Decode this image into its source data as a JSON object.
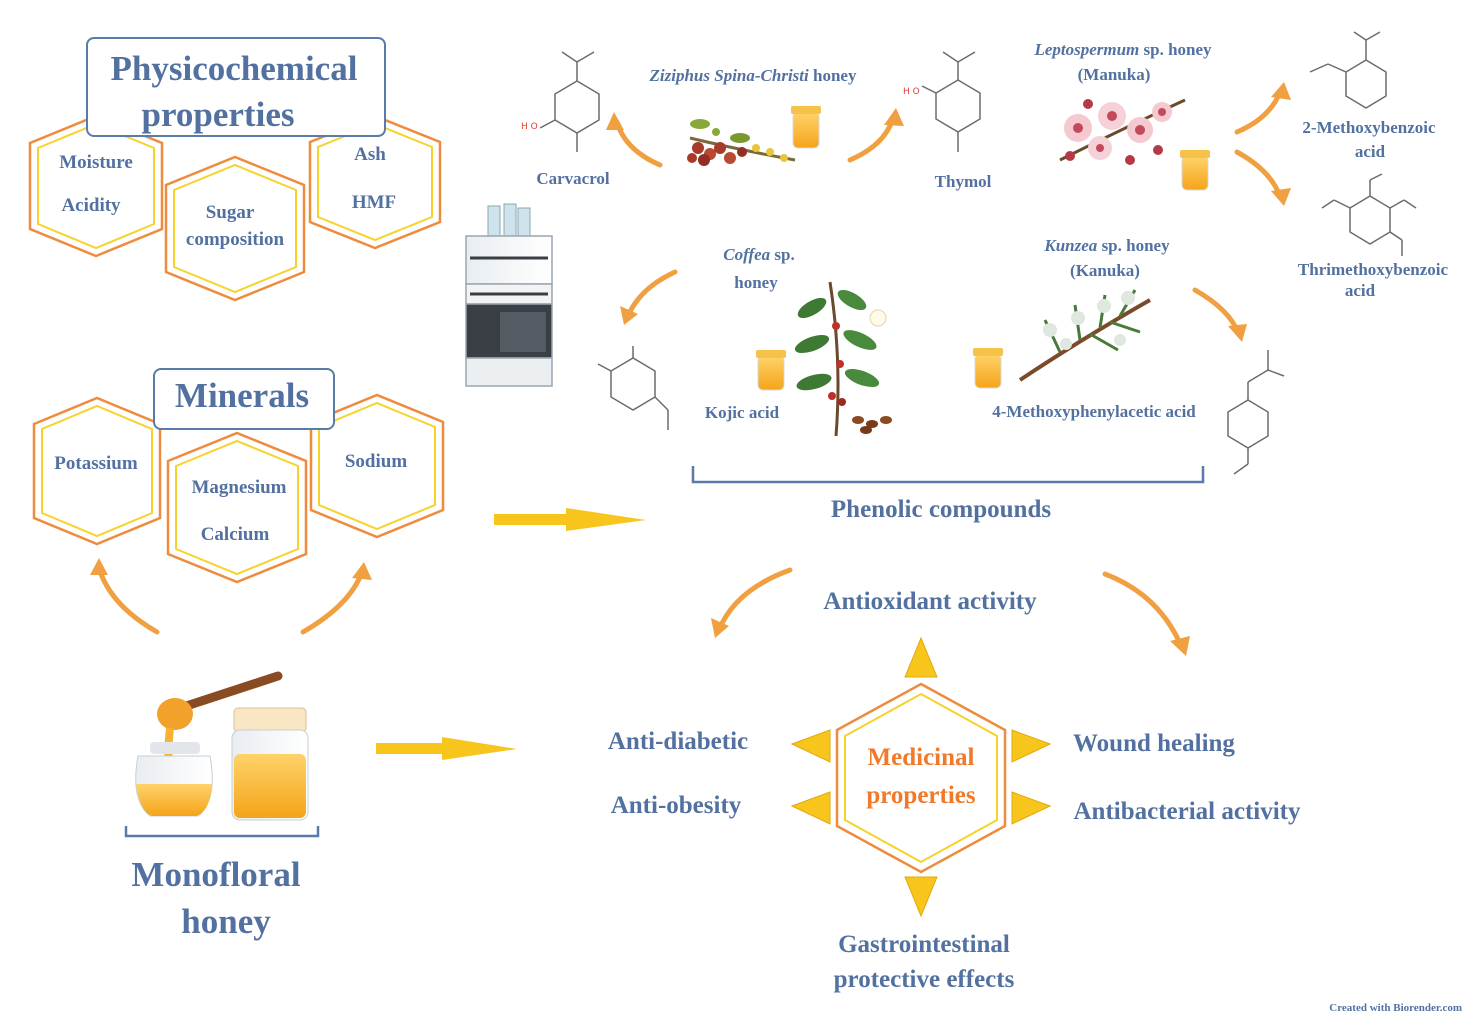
{
  "physicochemical": {
    "title_line1": "Physicochemical",
    "title_line2": "properties",
    "moisture": "Moisture",
    "acidity": "Acidity",
    "sugar_line1": "Sugar",
    "sugar_line2": "composition",
    "ash": "Ash",
    "hmf": "HMF"
  },
  "minerals": {
    "title": "Minerals",
    "potassium": "Potassium",
    "magnesium": "Magnesium",
    "calcium": "Calcium",
    "sodium": "Sodium"
  },
  "honey": {
    "line1": "Monofloral",
    "line2": "honey"
  },
  "sources": {
    "ziziphus_italic": "Ziziphus Spina-Christi",
    "ziziphus_rest": " honey",
    "leptospermum_italic": "Leptospermum",
    "leptospermum_rest": " sp. honey",
    "manuka": "(Manuka)",
    "coffea_italic": "Coffea",
    "coffea_rest": " sp.",
    "coffea_line2": "honey",
    "kunzea_italic": "Kunzea",
    "kunzea_rest": " sp. honey",
    "kanuka": "(Kanuka)"
  },
  "compounds": {
    "carvacrol": "Carvacrol",
    "thymol": "Thymol",
    "methoxybenzoic_line1": "2-Methoxybenzoic",
    "methoxybenzoic_line2": "acid",
    "trimethoxybenzoic_line1": "Thrimethoxybenzoic",
    "trimethoxybenzoic_line2": "acid",
    "kojic": "Kojic acid",
    "methoxyphenylacetic": "4-Methoxyphenylacetic acid",
    "group_label": "Phenolic compounds"
  },
  "medicinal": {
    "center_line1": "Medicinal",
    "center_line2": "properties",
    "antioxidant": "Antioxidant activity",
    "antidiabetic": "Anti-diabetic",
    "antiobesity": "Anti-obesity",
    "wound": "Wound healing",
    "antibacterial": "Antibacterial activity",
    "gastro_line1": "Gastrointestinal",
    "gastro_line2": "protective effects"
  },
  "credit": "Created with Biorender.com",
  "colors": {
    "text": "#5271a0",
    "hex_outer": "#ee8b3d",
    "hex_inner": "#f6d22a",
    "arrow_orange": "#f0a040",
    "arrow_yellow": "#f7c51c",
    "medicinal_text": "#f07a2a"
  }
}
